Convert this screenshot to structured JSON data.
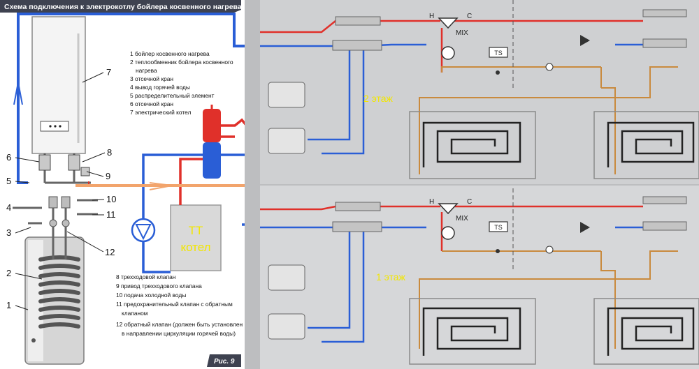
{
  "left_panel": {
    "title": "Схема подключения к электрокотлу бойлера косвенного нагрева",
    "legend_top": [
      "1 бойлер косвенного нагрева",
      "2 теплообменник бойлера косвенного",
      "нагрева",
      "3 отсечной кран",
      "4 вывод горячей воды",
      "5 распределительный элемент",
      "6 отсечной кран",
      "7 электрический котел"
    ],
    "legend_bottom": [
      "8 трехходовой клапан",
      "9 привод трехходового клапана",
      "10 подача холодной воды",
      "11 предохранительный клапан с обратным",
      "клапаном",
      "12 обратный клапан (должен быть установлен",
      "в направлении циркуляции горячей воды)"
    ],
    "callouts": {
      "n1": "1",
      "n2": "2",
      "n3": "3",
      "n4": "4",
      "n5": "5",
      "n6": "6",
      "n7": "7",
      "n8": "8",
      "n9": "9",
      "n10": "10",
      "n11": "11",
      "n12": "12"
    },
    "figure_label": "Рис. 9"
  },
  "solid_fuel_boiler": {
    "label_line1": "ТТ",
    "label_line2": "котел"
  },
  "floors": {
    "upper": {
      "label": "2 этаж"
    },
    "lower": {
      "label": "1 этаж"
    }
  },
  "floor_scheme_labels": {
    "hot": "H",
    "cold": "C",
    "mixer": "MIX",
    "temp_sensor": "TS"
  },
  "colors": {
    "supply": "#e0302a",
    "return": "#2a5ed6",
    "solid_fuel_line": "#f2a46c",
    "accent_label": "#f2e600",
    "title_bar": "#3e4250"
  }
}
